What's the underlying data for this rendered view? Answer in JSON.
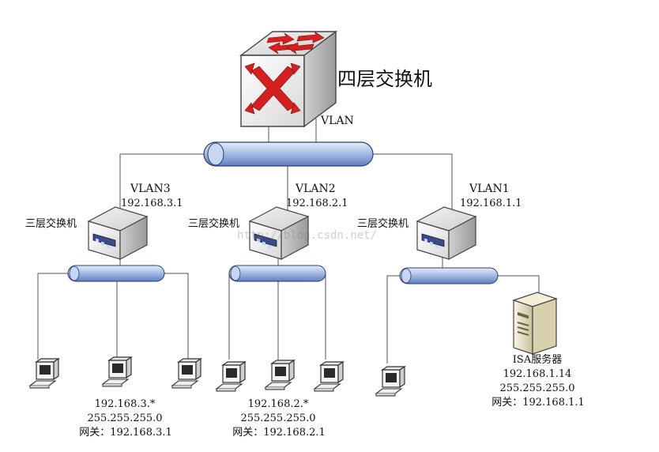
{
  "core": {
    "label": "四层交换机",
    "bus_label": "VLAN"
  },
  "vlans": [
    {
      "name": "VLAN3",
      "ip": "192.168.3.1",
      "switch_label": "三层交换机",
      "subnet": {
        "ip": "192.168.3.*",
        "mask": "255.255.255.0",
        "gateway": "网关：192.168.3.1"
      }
    },
    {
      "name": "VLAN2",
      "ip": "192.168.2.1",
      "switch_label": "三层交换机",
      "subnet": {
        "ip": "192.168.2.*",
        "mask": "255.255.255.0",
        "gateway": "网关：192.168.2.1"
      }
    },
    {
      "name": "VLAN1",
      "ip": "192.168.1.1",
      "switch_label": "三层交换机"
    }
  ],
  "server": {
    "name": "ISA服务器",
    "ip": "192.168.1.14",
    "mask": "255.255.255.0",
    "gateway": "网关：192.168.1.1"
  },
  "watermark": "http://blog.csdn.net/",
  "colors": {
    "bus": "#a9bfe6",
    "bus_dark": "#2a3f6e",
    "line": "#555555",
    "switch_red": "#d62020"
  },
  "icons": [
    "core-switch-icon",
    "l3-switch-icon",
    "pc-icon",
    "server-icon"
  ]
}
